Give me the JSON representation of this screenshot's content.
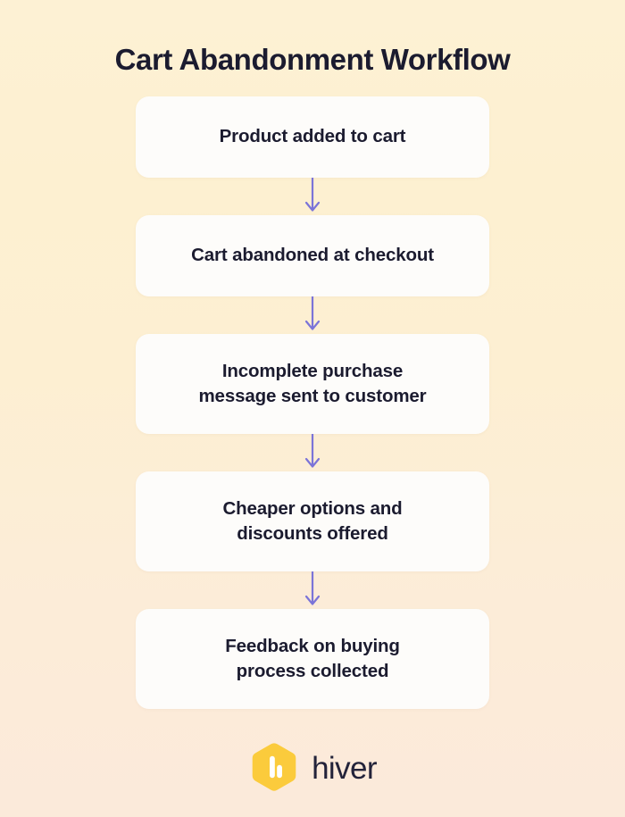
{
  "page": {
    "title": "Cart Abandonment Workflow",
    "background_top_color": "#FDF1D4",
    "background_bottom_color": "#FBEADA",
    "text_color": "#1B1B2F"
  },
  "flow": {
    "arrow_color": "#7B74D8",
    "node_background_color": "#FDFCFA",
    "nodes": [
      {
        "id": "node-1",
        "label": "Product added to cart"
      },
      {
        "id": "node-2",
        "label": "Cart abandoned at checkout"
      },
      {
        "id": "node-3",
        "label": "Incomplete purchase\nmessage sent to customer"
      },
      {
        "id": "node-4",
        "label": "Cheaper options and\ndiscounts offered"
      },
      {
        "id": "node-5",
        "label": "Feedback on buying\nprocess collected"
      }
    ],
    "arrows": [
      {
        "from": "node-1",
        "to": "node-2"
      },
      {
        "from": "node-2",
        "to": "node-3"
      },
      {
        "from": "node-3",
        "to": "node-4"
      },
      {
        "from": "node-4",
        "to": "node-5"
      }
    ]
  },
  "brand": {
    "name": "hiver",
    "logo_icon": "hiver-hexagon-logo",
    "logo_color": "#FBCB3C",
    "name_color": "#23233A"
  }
}
